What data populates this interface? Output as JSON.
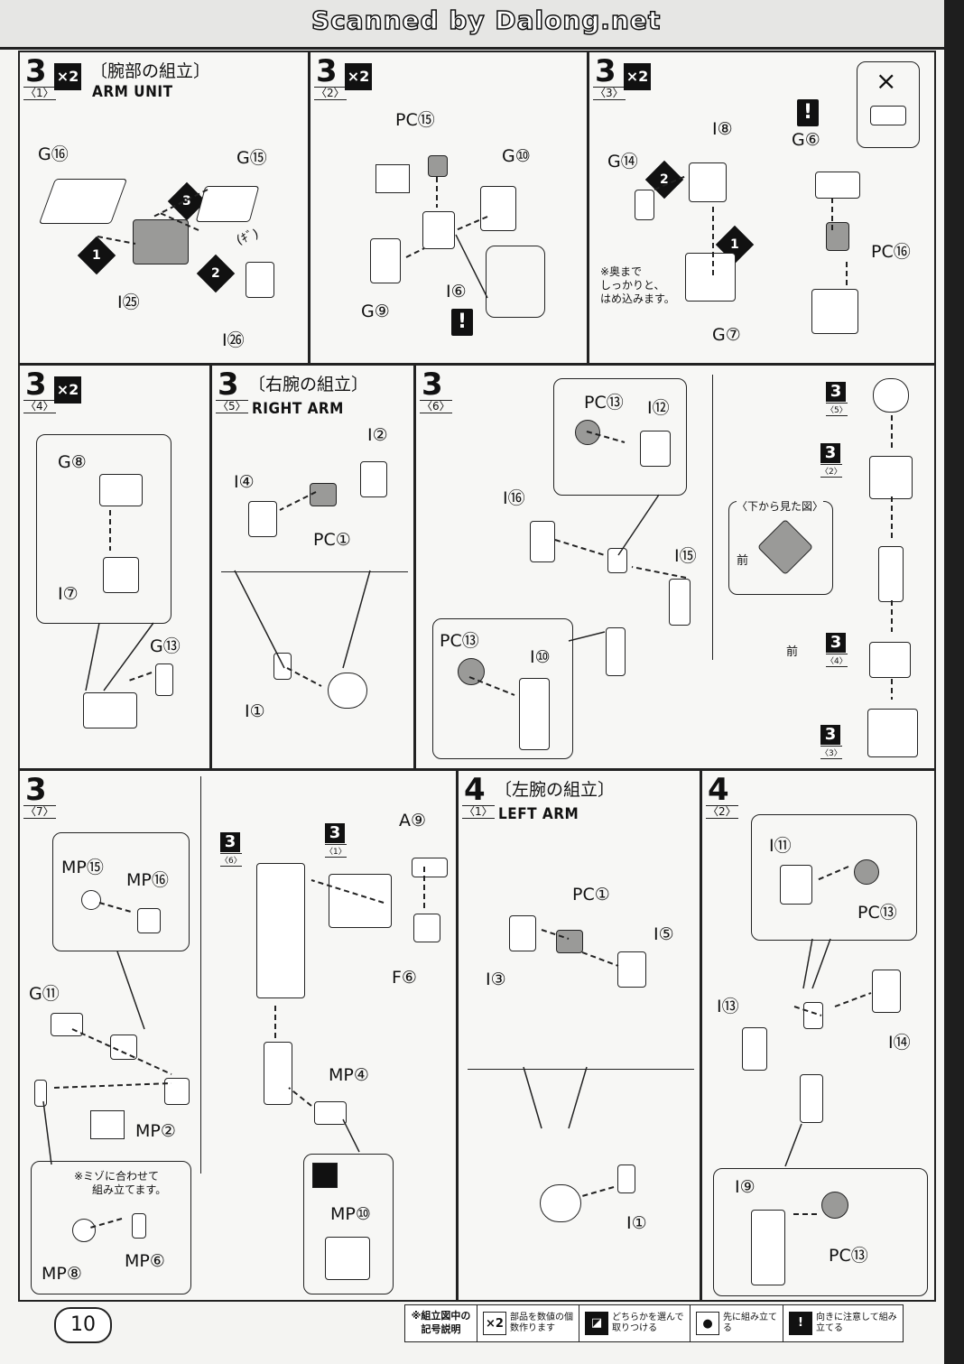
{
  "banner": {
    "text": "Scanned by Dalong.net"
  },
  "page_number": "10",
  "panels": {
    "p3_1": {
      "num": "3",
      "sub": "〈1〉",
      "qty": "×2",
      "title_jp": "〔腕部の組立〕",
      "title_en": "ARM UNIT",
      "labels": [
        "G⑯",
        "G⑮",
        "Ⅰ㉕",
        "Ⅰ㉖",
        "(ｷﾞ)"
      ],
      "steps": [
        "1",
        "2",
        "3"
      ]
    },
    "p3_2": {
      "num": "3",
      "sub": "〈2〉",
      "qty": "×2",
      "labels": [
        "PC⑮",
        "G⑩",
        "G⑨",
        "Ⅰ⑥"
      ]
    },
    "p3_3": {
      "num": "3",
      "sub": "〈3〉",
      "qty": "×2",
      "labels": [
        "Ⅰ⑧",
        "G⑭",
        "G⑦",
        "G⑥",
        "PC⑯",
        "×"
      ],
      "note": [
        "※奥まで",
        "しっかりと、",
        "はめ込みます。"
      ],
      "steps": [
        "1",
        "2"
      ]
    },
    "p3_4": {
      "num": "3",
      "sub": "〈4〉",
      "qty": "×2",
      "labels": [
        "G⑧",
        "Ⅰ⑦",
        "G⑬"
      ]
    },
    "p3_5": {
      "num": "3",
      "sub": "〈5〉",
      "title_jp": "〔右腕の組立〕",
      "title_en": "RIGHT ARM",
      "labels": [
        "Ⅰ②",
        "Ⅰ④",
        "PC①",
        "Ⅰ①"
      ]
    },
    "p3_6": {
      "num": "3",
      "sub": "〈6〉",
      "labels": [
        "PC⑬",
        "Ⅰ⑫",
        "Ⅰ⑯",
        "Ⅰ⑮",
        "PC⑬",
        "Ⅰ⑩"
      ],
      "view_label": "〈下から見た図〉",
      "front": "前",
      "refs": [
        {
          "n": "3",
          "s": "〈5〉"
        },
        {
          "n": "3",
          "s": "〈2〉"
        },
        {
          "n": "3",
          "s": "〈4〉"
        },
        {
          "n": "3",
          "s": "〈3〉"
        }
      ]
    },
    "p3_7": {
      "num": "3",
      "sub": "〈7〉",
      "labels": [
        "MP⑮",
        "MP⑯",
        "G⑪",
        "MP②",
        "MP⑧",
        "MP⑥",
        "A⑨",
        "F⑥",
        "MP④",
        "MP⑩"
      ],
      "note": [
        "※ミゾに合わせて",
        "組み立てます。"
      ],
      "refs": [
        {
          "n": "3",
          "s": "〈6〉"
        },
        {
          "n": "3",
          "s": "〈1〉"
        }
      ]
    },
    "p4_1": {
      "num": "4",
      "sub": "〈1〉",
      "title_jp": "〔左腕の組立〕",
      "title_en": "LEFT ARM",
      "labels": [
        "PC①",
        "Ⅰ⑤",
        "Ⅰ③",
        "Ⅰ①"
      ]
    },
    "p4_2": {
      "num": "4",
      "sub": "〈2〉",
      "labels": [
        "Ⅰ⑪",
        "PC⑬",
        "Ⅰ⑬",
        "Ⅰ⑭",
        "Ⅰ⑨",
        "PC⑬"
      ]
    }
  },
  "legend": {
    "caption": "※組立図中の記号説明",
    "items": [
      {
        "symbol": "×2",
        "text": "部品を数値の個数作ります"
      },
      {
        "symbol": "◪",
        "text": "どちらかを選んで取りつける"
      },
      {
        "symbol": "●",
        "text": "先に組み立てる"
      },
      {
        "symbol": "!",
        "text": "向きに注意して組み立てる"
      }
    ]
  }
}
